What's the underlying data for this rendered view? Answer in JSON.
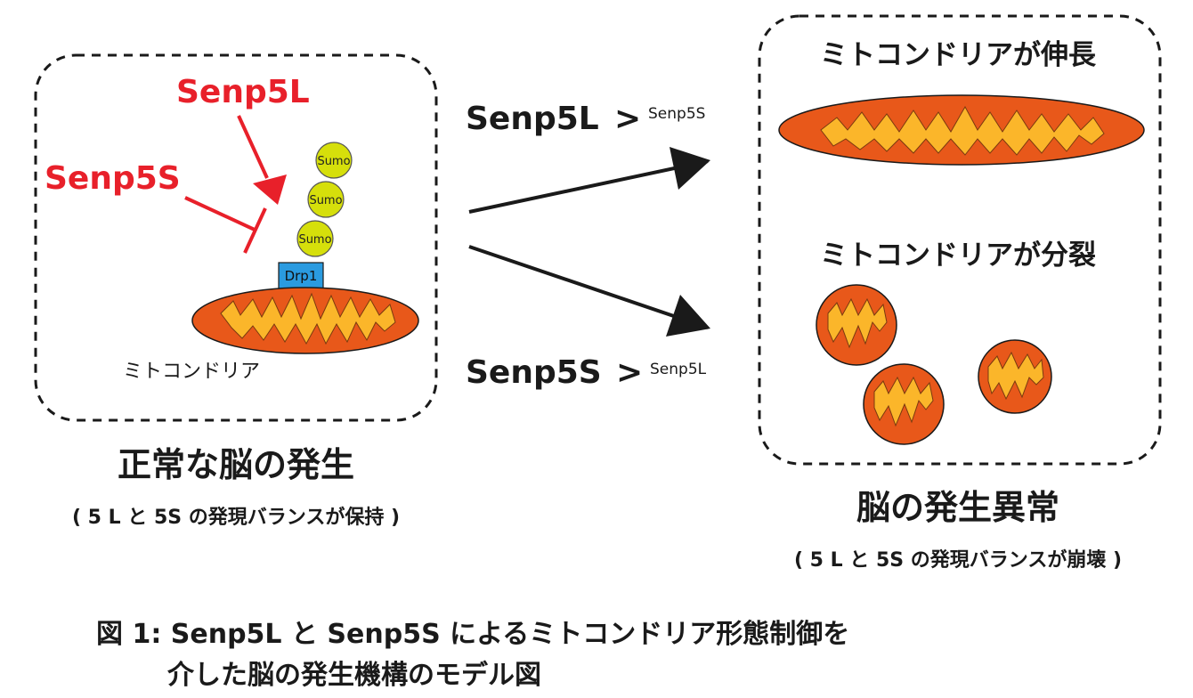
{
  "left_panel": {
    "senp5l_label": "Senp5L",
    "senp5s_label": "Senp5S",
    "sumo_labels": [
      "Sumo",
      "Sumo",
      "Sumo"
    ],
    "drp1_label": "Drp1",
    "mito_label": "ミトコンドリア",
    "title": "正常な脳の発生",
    "subtitle": "( 5 L と 5S の発現バランスが保持 )"
  },
  "middle": {
    "top_big": "Senp5L",
    "top_gt": ">",
    "top_small": "Senp5S",
    "bottom_big": "Senp5S",
    "bottom_gt": ">",
    "bottom_small": "Senp5L"
  },
  "right_panel": {
    "elongation_label": "ミトコンドリアが伸長",
    "fission_label": "ミトコンドリアが分裂",
    "title": "脳の発生異常",
    "subtitle": "( 5 L と 5S の発現バランスが崩壊 )"
  },
  "caption": {
    "line1": "図 1: Senp5L と Senp5S によるミトコンドリア形態制御を",
    "line2": "介した脳の発生機構のモデル図"
  },
  "colors": {
    "red": "#e8202a",
    "mito_outer": "#e8581a",
    "mito_inner": "#fbb62a",
    "sumo": "#d6df0b",
    "drp1": "#2a9be0"
  }
}
